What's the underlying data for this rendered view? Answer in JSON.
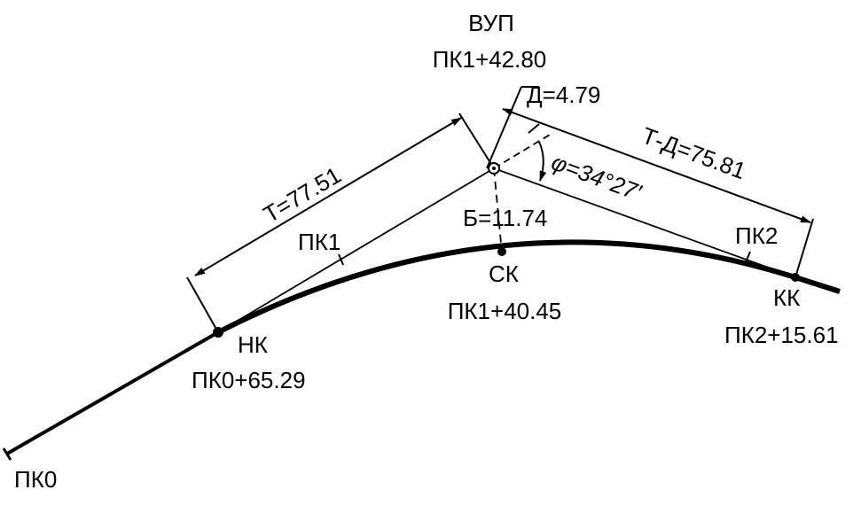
{
  "points": {
    "vup": {
      "name": "ВУП",
      "picket": "ПК1+42.80"
    },
    "nk": {
      "name": "НК",
      "picket": "ПК0+65.29"
    },
    "sk": {
      "name": "СК",
      "picket": "ПК1+40.45"
    },
    "kk": {
      "name": "КК",
      "picket": "ПК2+15.61"
    }
  },
  "pickets": {
    "pk0": "ПК0",
    "pk1": "ПК1",
    "pk2": "ПК2"
  },
  "dimensions": {
    "tangent": "Т=77.51",
    "tangent_minus_domer": "Т-Д=75.81",
    "domer": "Д=4.79",
    "bisector": "Б=11.74",
    "angle": "φ=34°27′"
  },
  "colors": {
    "ink": "#000000",
    "background": "#ffffff"
  }
}
